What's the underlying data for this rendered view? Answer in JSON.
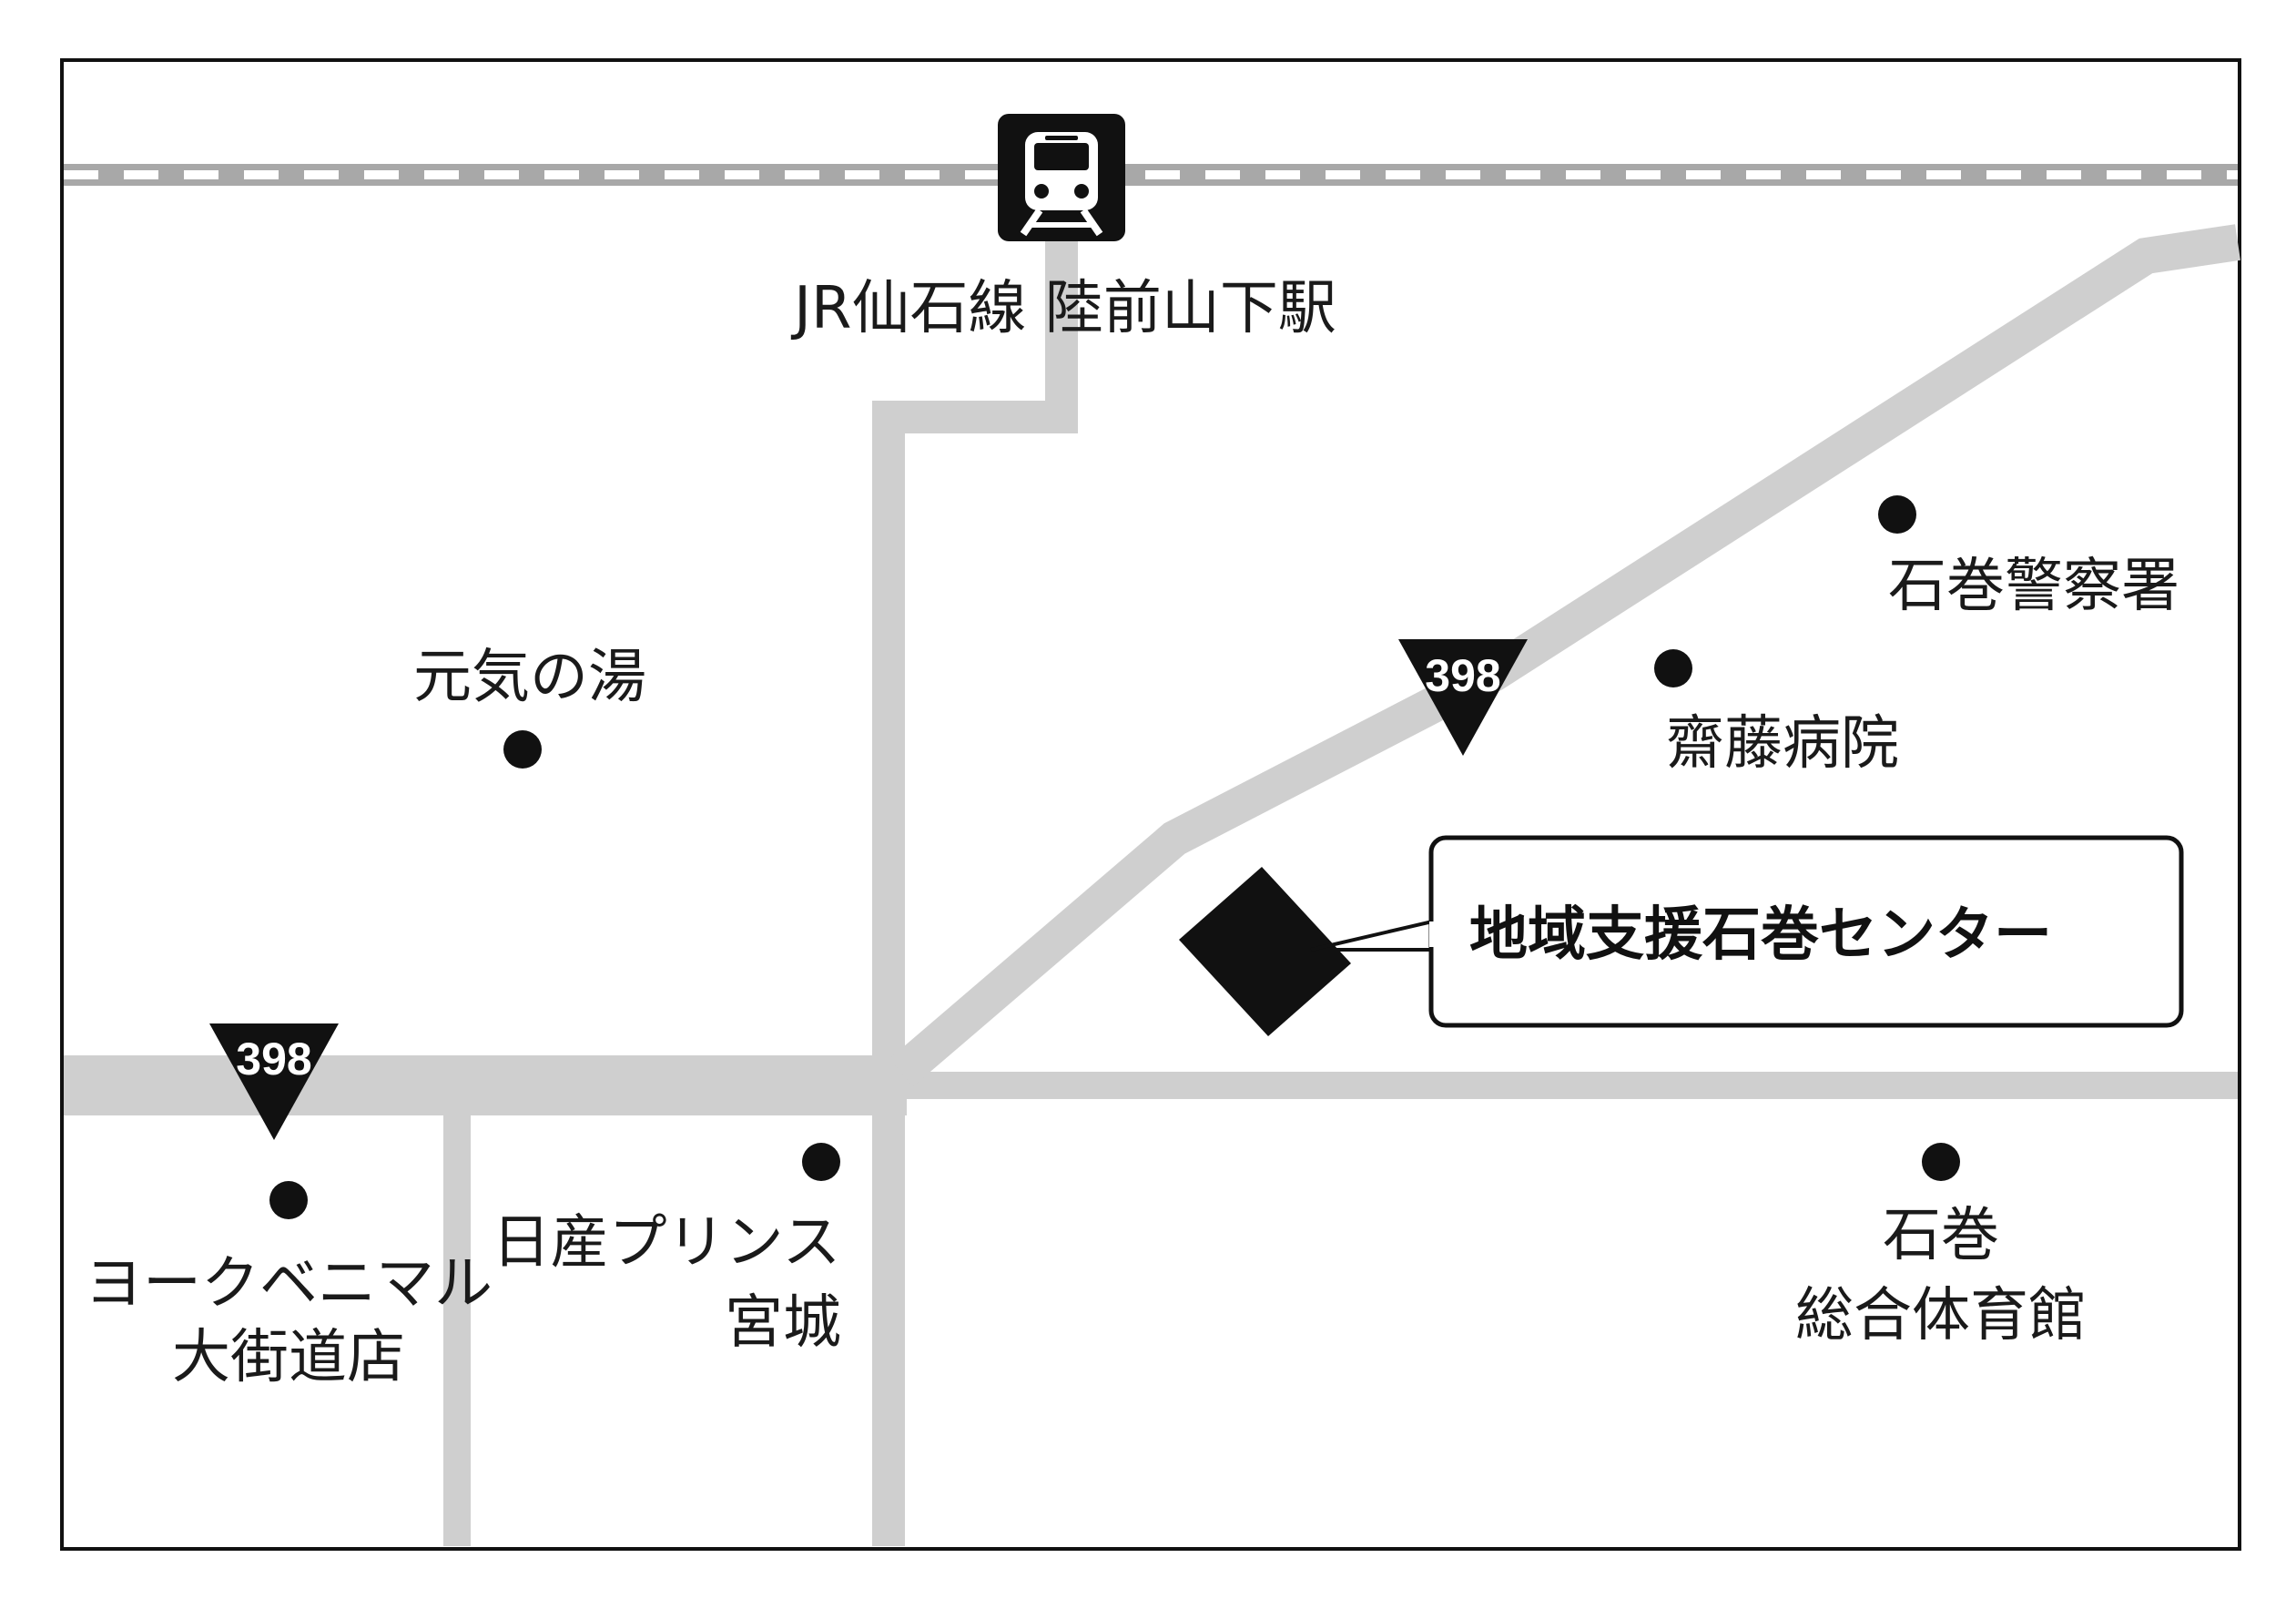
{
  "colors": {
    "road": "#cfcfcf",
    "rail_dark": "#a8a8a8",
    "rail_light": "#ffffff",
    "ink": "#111111",
    "background": "#ffffff"
  },
  "station": {
    "icon": "train-icon",
    "label": "JR仙石線 陸前山下駅"
  },
  "route_shields": [
    {
      "number": "398"
    },
    {
      "number": "398"
    }
  ],
  "landmarks": {
    "genki": {
      "lines": [
        "元気の湯"
      ]
    },
    "police": {
      "lines": [
        "石巻警察署"
      ]
    },
    "saito": {
      "lines": [
        "齋藤病院"
      ]
    },
    "yorkbenimaru": {
      "lines": [
        "ヨークベニマル",
        "大街道店"
      ]
    },
    "nissan": {
      "lines": [
        "日産プリンス",
        "宮城"
      ]
    },
    "gym": {
      "lines": [
        "石巻",
        "総合体育館"
      ]
    }
  },
  "destination": {
    "label": "地域支援石巻センター"
  }
}
